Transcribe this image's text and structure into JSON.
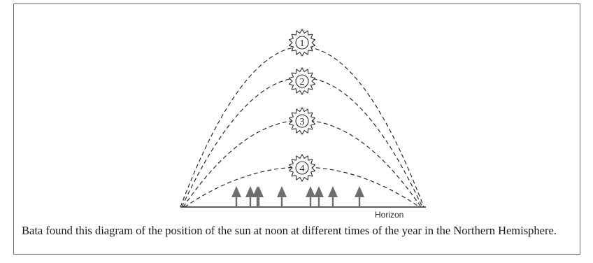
{
  "diagram": {
    "suns": [
      {
        "label": "1",
        "name": "sun-1"
      },
      {
        "label": "2",
        "name": "sun-2"
      },
      {
        "label": "3",
        "name": "sun-3"
      },
      {
        "label": "4",
        "name": "sun-4"
      }
    ],
    "horizon_label": "Horizon",
    "tree_count": 9,
    "colors": {
      "line": "#2a2a2a",
      "tree": "#6e6e6e",
      "text": "#1c1c1c"
    }
  },
  "caption": {
    "text": "Bata found this diagram of the position of the sun at noon at different times of the year in the Northern Hemisphere."
  }
}
